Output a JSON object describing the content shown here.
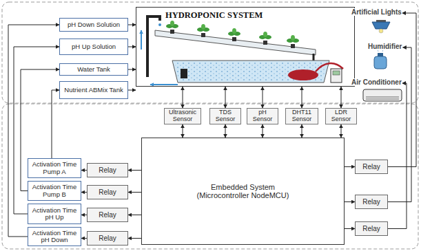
{
  "diagram": {
    "nodes": [
      {
        "text": [
          "pH Down Solution"
        ]
      },
      {
        "text": [
          "HYDROPONIC SYSTEM"
        ]
      },
      {
        "text": [
          "Artificial Lights"
        ]
      },
      {
        "text": [
          "pH Up Solution"
        ]
      },
      {
        "text": [
          "Humidifier"
        ]
      },
      {
        "text": [
          "Water Tank"
        ]
      },
      {
        "text": [
          "Nutrient ABMix Tank"
        ]
      },
      {
        "text": [
          "Air Conditioner"
        ]
      },
      {
        "text": [
          "Ultrasonic Sensor"
        ]
      },
      {
        "text": [
          "TDS Sensor"
        ]
      },
      {
        "text": [
          "pH Sensor"
        ]
      },
      {
        "text": [
          "DHT11 Sensor"
        ]
      },
      {
        "text": [
          "LDR Sensor"
        ]
      },
      {
        "text": [
          "Embedded System (Microcontroller NodeMCU)"
        ]
      },
      {
        "text": [
          "Activation Time Pump A"
        ]
      },
      {
        "text": [
          "Relay"
        ]
      },
      {
        "text": [
          "Relay"
        ]
      },
      {
        "text": [
          "Activation Time Pump B"
        ]
      },
      {
        "text": [
          "Relay"
        ]
      },
      {
        "text": [
          "Relay"
        ]
      },
      {
        "text": [
          "Activation Time pH Up"
        ]
      },
      {
        "text": [
          "Relay"
        ]
      },
      {
        "text": [
          "Relay"
        ]
      },
      {
        "text": [
          "Activation Time pH Down"
        ]
      },
      {
        "text": [
          "Relay"
        ]
      }
    ],
    "edges": [
      {
        "from": 0,
        "to": 1,
        "arrow": "to"
      },
      {
        "from": 3,
        "to": 1,
        "arrow": "to"
      },
      {
        "from": 5,
        "to": 1,
        "arrow": "to"
      },
      {
        "from": 6,
        "to": 1,
        "arrow": "to"
      },
      {
        "from": 8,
        "to": 1,
        "arrow": "both"
      },
      {
        "from": 9,
        "to": 1,
        "arrow": "both"
      },
      {
        "from": 10,
        "to": 1,
        "arrow": "both"
      },
      {
        "from": 11,
        "to": 1,
        "arrow": "both"
      },
      {
        "from": 12,
        "to": 1,
        "arrow": "both"
      },
      {
        "from": 8,
        "to": 13,
        "arrow": "both"
      },
      {
        "from": 9,
        "to": 13,
        "arrow": "both"
      },
      {
        "from": 10,
        "to": 13,
        "arrow": "both"
      },
      {
        "from": 11,
        "to": 13,
        "arrow": "both"
      },
      {
        "from": 12,
        "to": 13,
        "arrow": "both"
      },
      {
        "from": 13,
        "to": 15,
        "arrow": "to"
      },
      {
        "from": 13,
        "to": 18,
        "arrow": "to"
      },
      {
        "from": 13,
        "to": 21,
        "arrow": "to"
      },
      {
        "from": 13,
        "to": 24,
        "arrow": "to"
      },
      {
        "from": 13,
        "to": 16,
        "arrow": "to"
      },
      {
        "from": 13,
        "to": 19,
        "arrow": "to"
      },
      {
        "from": 13,
        "to": 22,
        "arrow": "to"
      },
      {
        "from": 15,
        "to": 14,
        "arrow": "to"
      },
      {
        "from": 18,
        "to": 17,
        "arrow": "to"
      },
      {
        "from": 21,
        "to": 20,
        "arrow": "to"
      },
      {
        "from": 24,
        "to": 23,
        "arrow": "to"
      },
      {
        "from": 14,
        "to": 6,
        "arrow": "to"
      },
      {
        "from": 17,
        "to": 5,
        "arrow": "to"
      },
      {
        "from": 20,
        "to": 3,
        "arrow": "to"
      },
      {
        "from": 23,
        "to": 0,
        "arrow": "to"
      },
      {
        "from": 16,
        "to": 2,
        "arrow": "to"
      },
      {
        "from": 19,
        "to": 4,
        "arrow": "to"
      },
      {
        "from": 22,
        "to": 7,
        "arrow": "to"
      }
    ]
  }
}
